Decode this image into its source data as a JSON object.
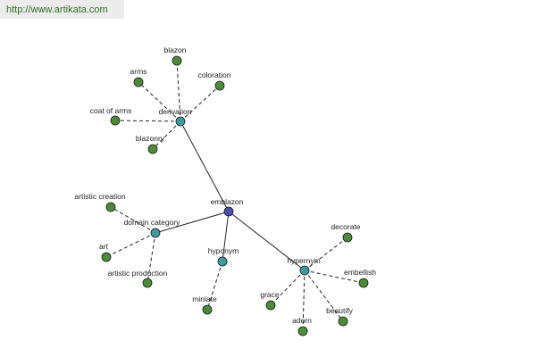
{
  "source_url": "http://www.artikata.com",
  "graph": {
    "colors": {
      "root": "#4a4fa8",
      "relation": "#3f9a9a",
      "leaf": "#4f8a3a",
      "edge": "#222222"
    },
    "nodes": [
      {
        "id": "emblazon",
        "label": "emblazon",
        "kind": "root"
      },
      {
        "id": "derivation",
        "label": "derivation",
        "kind": "relation"
      },
      {
        "id": "domain-category",
        "label": "domain category",
        "kind": "relation"
      },
      {
        "id": "hyponym",
        "label": "hyponym",
        "kind": "relation"
      },
      {
        "id": "hypernym",
        "label": "hypernym",
        "kind": "relation"
      },
      {
        "id": "blazon",
        "label": "blazon",
        "kind": "leaf"
      },
      {
        "id": "arms",
        "label": "arms",
        "kind": "leaf"
      },
      {
        "id": "coloration",
        "label": "coloration",
        "kind": "leaf"
      },
      {
        "id": "coat-of-arms",
        "label": "coat of arms",
        "kind": "leaf"
      },
      {
        "id": "blazonry",
        "label": "blazonry",
        "kind": "leaf"
      },
      {
        "id": "artistic-creation",
        "label": "artistic creation",
        "kind": "leaf"
      },
      {
        "id": "art",
        "label": "art",
        "kind": "leaf"
      },
      {
        "id": "artistic-production",
        "label": "artistic production",
        "kind": "leaf"
      },
      {
        "id": "miniate",
        "label": "miniate",
        "kind": "leaf"
      },
      {
        "id": "decorate",
        "label": "decorate",
        "kind": "leaf"
      },
      {
        "id": "embellish",
        "label": "embellish",
        "kind": "leaf"
      },
      {
        "id": "grace",
        "label": "grace",
        "kind": "leaf"
      },
      {
        "id": "adorn",
        "label": "adorn",
        "kind": "leaf"
      },
      {
        "id": "beautify",
        "label": "beautify",
        "kind": "leaf"
      }
    ],
    "edges": [
      {
        "from": "emblazon",
        "to": "derivation",
        "style": "solid"
      },
      {
        "from": "emblazon",
        "to": "domain-category",
        "style": "solid"
      },
      {
        "from": "emblazon",
        "to": "hyponym",
        "style": "solid"
      },
      {
        "from": "emblazon",
        "to": "hypernym",
        "style": "solid"
      },
      {
        "from": "derivation",
        "to": "blazon",
        "style": "dashed"
      },
      {
        "from": "derivation",
        "to": "arms",
        "style": "dashed"
      },
      {
        "from": "derivation",
        "to": "coloration",
        "style": "dashed"
      },
      {
        "from": "derivation",
        "to": "coat-of-arms",
        "style": "dashed"
      },
      {
        "from": "derivation",
        "to": "blazonry",
        "style": "dashed"
      },
      {
        "from": "domain-category",
        "to": "artistic-creation",
        "style": "dashed"
      },
      {
        "from": "domain-category",
        "to": "art",
        "style": "dashed"
      },
      {
        "from": "domain-category",
        "to": "artistic-production",
        "style": "dashed"
      },
      {
        "from": "hyponym",
        "to": "miniate",
        "style": "dashed"
      },
      {
        "from": "hypernym",
        "to": "decorate",
        "style": "dashed"
      },
      {
        "from": "hypernym",
        "to": "embellish",
        "style": "dashed"
      },
      {
        "from": "hypernym",
        "to": "grace",
        "style": "dashed"
      },
      {
        "from": "hypernym",
        "to": "adorn",
        "style": "dashed"
      },
      {
        "from": "hypernym",
        "to": "beautify",
        "style": "dashed"
      }
    ]
  }
}
